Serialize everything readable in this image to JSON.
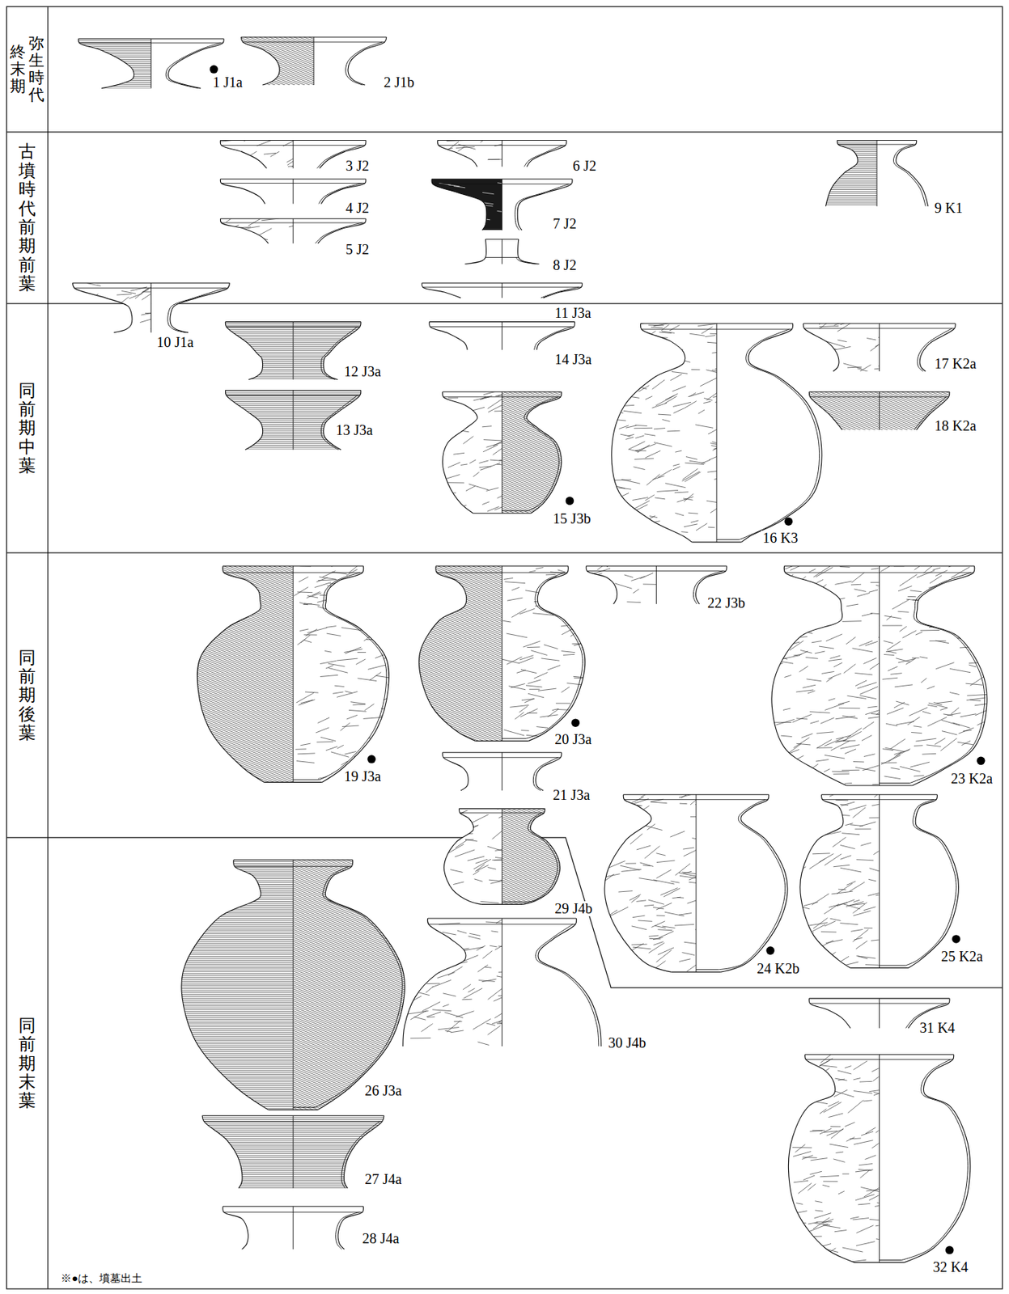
{
  "diagram": {
    "nodes": [
      {
        "text": [
          "弥生時代 終末期"
        ]
      },
      {
        "text": [
          "古墳時代前期前葉"
        ]
      },
      {
        "text": [
          "同前期中葉"
        ]
      },
      {
        "text": [
          "同前期後葉"
        ]
      },
      {
        "text": [
          "同前期末葉"
        ]
      }
    ],
    "labels": [
      "1 J1a",
      "2 J1b",
      "3 J2",
      "4 J2",
      "5 J2",
      "6 J2",
      "7 J2",
      "8 J2",
      "9 K1",
      "10 J1a",
      "11 J3a",
      "12 J3a",
      "13 J3a",
      "14 J3a",
      "15 J3b",
      "16 K3",
      "17 K2a",
      "18 K2a",
      "19 J3a",
      "20 J3a",
      "21 J3a",
      "22 J3b",
      "23 K2a",
      "24 K2b",
      "25 K2a",
      "26 J3a",
      "27 J4a",
      "28 J4a",
      "29 J4b",
      "30 J4b",
      "31 K4",
      "32 K4",
      "※●は、墳墓出土"
    ]
  }
}
